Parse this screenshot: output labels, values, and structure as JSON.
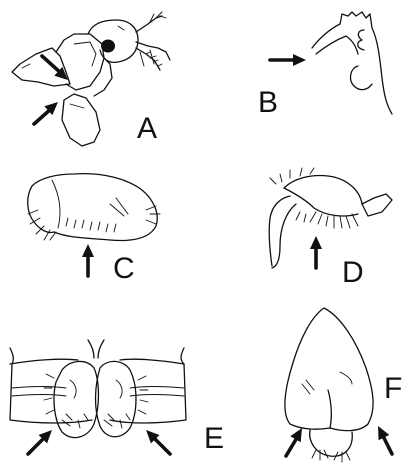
{
  "figure": {
    "background": "#ffffff",
    "ink_color": "#111111",
    "panels": [
      {
        "id": "A",
        "label": "A"
      },
      {
        "id": "B",
        "label": "B"
      },
      {
        "id": "C",
        "label": "C"
      },
      {
        "id": "D",
        "label": "D"
      },
      {
        "id": "E",
        "label": "E"
      },
      {
        "id": "F",
        "label": "F"
      }
    ]
  }
}
